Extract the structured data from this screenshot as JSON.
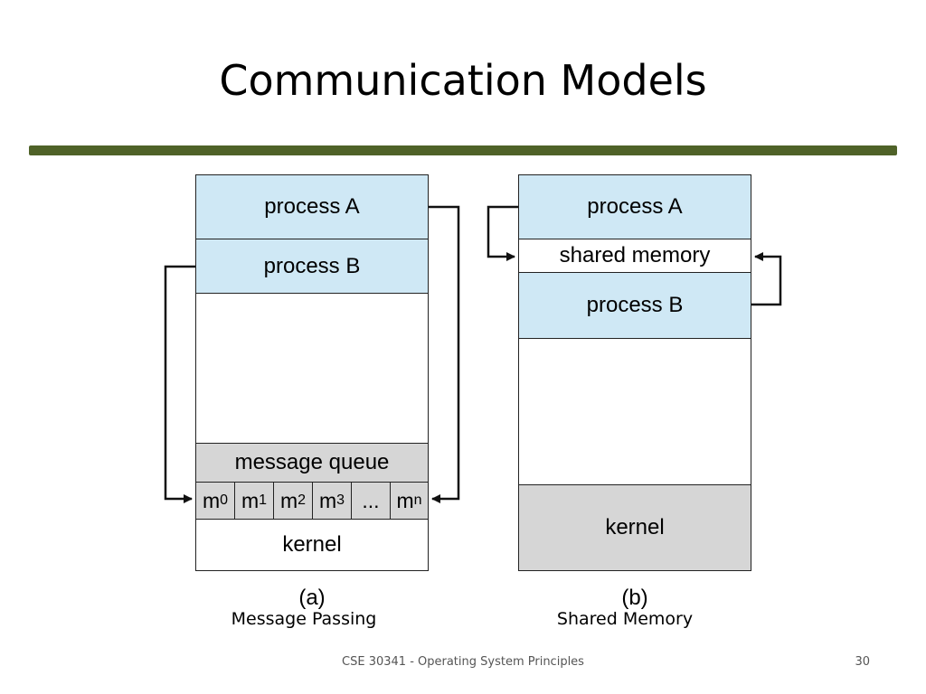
{
  "title": "Communication Models",
  "diagram_a": {
    "process_a": "process A",
    "process_b": "process B",
    "message_queue": "message queue",
    "slots": [
      {
        "base": "m",
        "sub": "0"
      },
      {
        "base": "m",
        "sub": "1"
      },
      {
        "base": "m",
        "sub": "2"
      },
      {
        "base": "m",
        "sub": "3"
      },
      {
        "base": "...",
        "sub": ""
      },
      {
        "base": "m",
        "sub": "n"
      }
    ],
    "kernel": "kernel",
    "tag": "(a)",
    "caption": "Message Passing"
  },
  "diagram_b": {
    "process_a": "process A",
    "shared_memory": "shared memory",
    "process_b": "process B",
    "kernel": "kernel",
    "tag": "(b)",
    "caption": "Shared Memory"
  },
  "footer": "CSE 30341 - Operating System Principles",
  "page_number": "30",
  "colors": {
    "process_fill": "#cfe8f5",
    "kernel_fill": "#d6d6d6",
    "rule": "#4f6228"
  }
}
